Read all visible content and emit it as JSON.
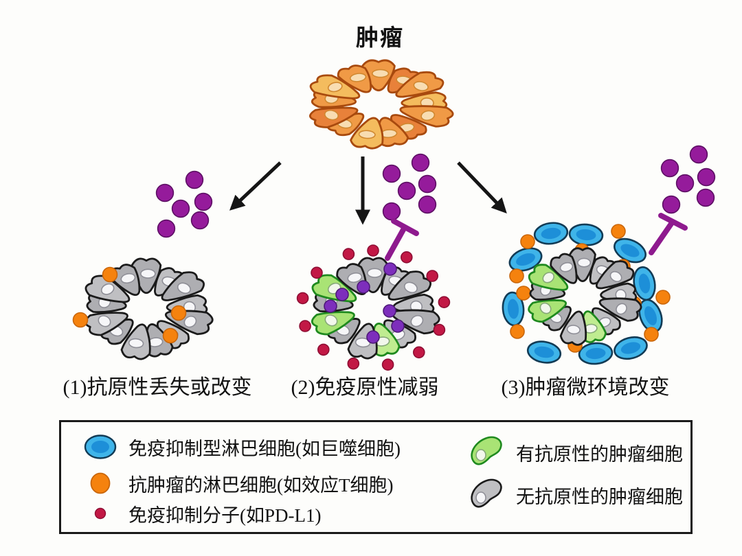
{
  "title": "肿瘤",
  "scenarios": [
    {
      "label": "(1)抗原性丢失或改变"
    },
    {
      "label": "(2)免疫原性减弱"
    },
    {
      "label": "(3)肿瘤微环境改变"
    }
  ],
  "legend": {
    "left": [
      {
        "icon": "blue-oval-icon",
        "label": "免疫抑制型淋巴细胞(如巨噬细胞)"
      },
      {
        "icon": "orange-circle-icon",
        "label": "抗肿瘤的淋巴细胞(如效应T细胞)"
      },
      {
        "icon": "crimson-dot-icon",
        "label": "免疫抑制分子(如PD-L1)"
      }
    ],
    "right": [
      {
        "icon": "green-cell-icon",
        "label": "有抗原性的肿瘤细胞"
      },
      {
        "icon": "gray-cell-icon",
        "label": "无抗原性的肿瘤细胞"
      }
    ]
  },
  "colors": {
    "background": "#fdfdfb",
    "text": "#111111",
    "arrow": "#151515",
    "legend_border": "#1a1a1a",
    "tumor_fill": "#F09A46",
    "tumor_fill_alt": "#E8813A",
    "tumor_fill_light": "#F4BC5E",
    "tumor_stroke": "#A84A0E",
    "tumor_nucleus": "#F8DDB2",
    "tumor_nucleus_stroke": "#D08830",
    "gray_fill": "#BFBFC2",
    "gray_fill_alt": "#AEAEB2",
    "gray_stroke": "#1b1b1b",
    "gray_nucleus": "#F6F6F8",
    "gray_nucleus_stroke": "#8e8e96",
    "green_fill": "#A9E375",
    "green_fill_alt": "#BFEC90",
    "green_stroke": "#1F8A1F",
    "green_nucleus": "#F2F7EC",
    "green_nucleus_stroke": "#86A878",
    "blue_cell_fill": "#3FB4E9",
    "blue_cell_inner": "#1D8FD8",
    "blue_cell_stroke": "#123B55",
    "orange_dot": "#F5820E",
    "orange_dot_stroke": "#C9660A",
    "purple_molecule": "#951B9B",
    "purple_molecule_stroke": "#5C0F63",
    "violet_inner_dot": "#7D2EBC",
    "violet_inner_stroke": "#4E1A78",
    "pdl1_dot": "#C21845",
    "pdl1_dot_stroke": "#8E0E33",
    "inhibit_bar": "#8E1A8E"
  }
}
